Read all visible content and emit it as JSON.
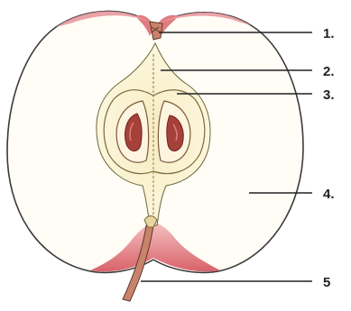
{
  "labels": [
    {
      "id": "1",
      "text": "1."
    },
    {
      "id": "2",
      "text": "2."
    },
    {
      "id": "3",
      "text": "3."
    },
    {
      "id": "4",
      "text": "4."
    },
    {
      "id": "5",
      "text": "5"
    }
  ],
  "colors": {
    "skin_red": "#d9626a",
    "skin_pink": "#f2b7b8",
    "flesh": "#fffdf6",
    "core_cream": "#fbf3cf",
    "seed_brown": "#a6413a",
    "outline": "#3a3a3a",
    "stem": "#c9826b"
  }
}
